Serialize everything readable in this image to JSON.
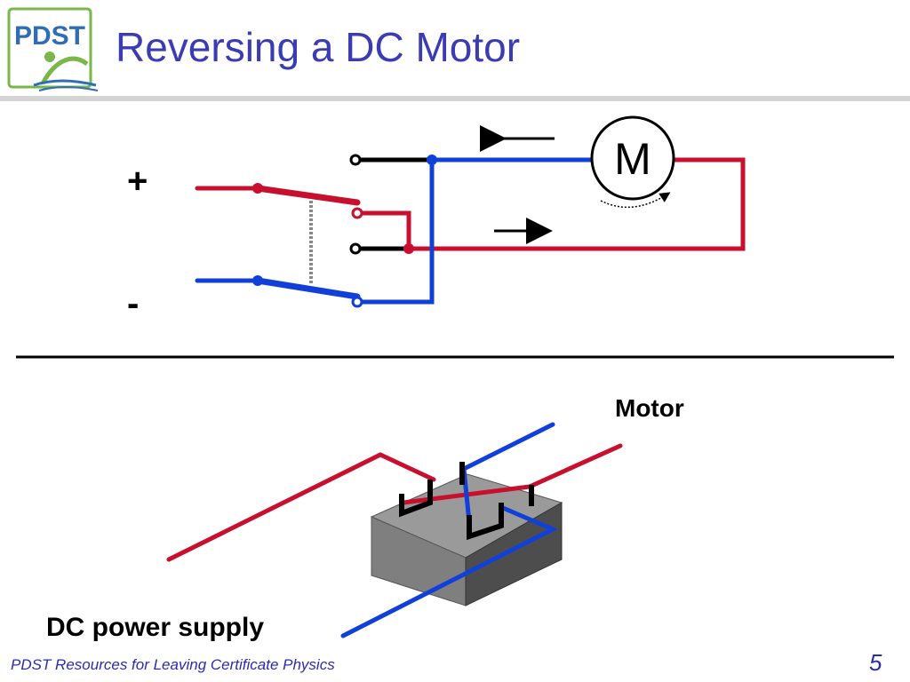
{
  "slide": {
    "logo_text": "PDST",
    "title": "Reversing a DC Motor",
    "footer": "PDST Resources for Leaving Certificate Physics",
    "page_number": "5"
  },
  "circuit": {
    "positive_terminal": "+",
    "negative_terminal": "-",
    "motor_symbol": "M",
    "positive_wire_color": "#c8102e",
    "negative_wire_color": "#1140d9",
    "current_arrows": [
      "left-arrow",
      "right-arrow"
    ]
  },
  "switch_illustration": {
    "motor_label": "Motor",
    "supply_label": "DC power supply",
    "block_color": "#8c8c8c"
  }
}
